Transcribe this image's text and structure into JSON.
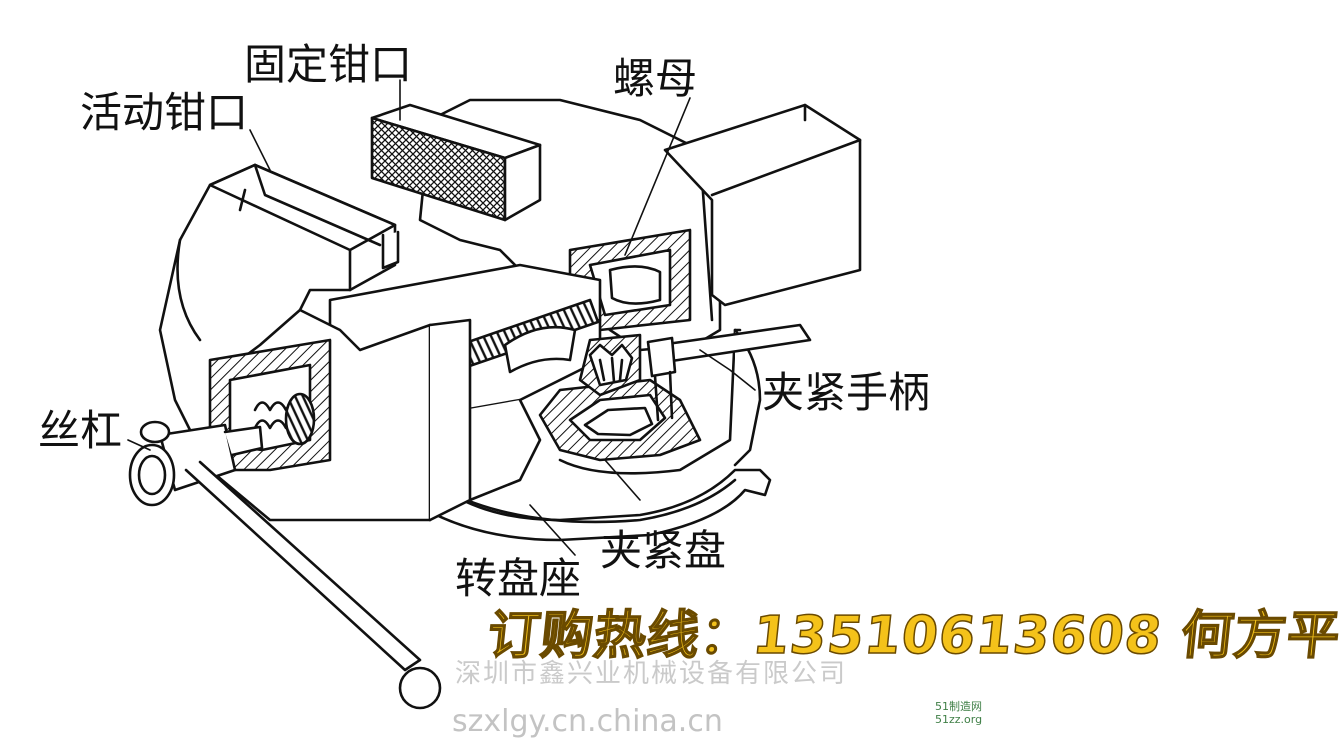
{
  "labels": {
    "fixed_jaw": "固定钳口",
    "movable_jaw": "活动钳口",
    "nut": "螺母",
    "clamp_handle": "夹紧手柄",
    "screw": "丝杠",
    "clamp_plate": "夹紧盘",
    "swivel_base": "转盘座"
  },
  "overlay": {
    "hotline": "订购热线：13510613608 何方平",
    "company_watermark": "深圳市鑫兴业机械设备有限公司",
    "site_url": "szxlgy.cn.china.cn"
  },
  "logo": {
    "line1": "51制造网",
    "line2": "51zz.org"
  }
}
